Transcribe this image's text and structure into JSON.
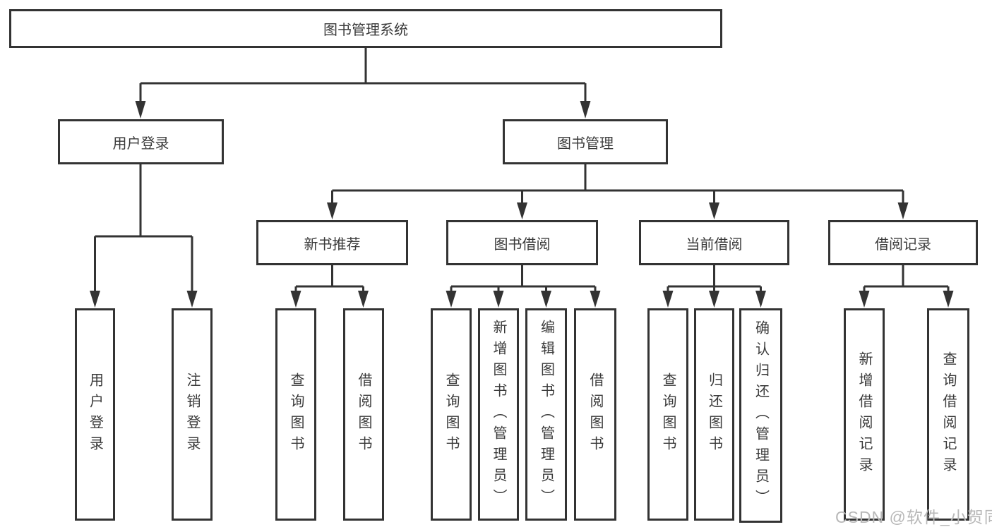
{
  "tree": {
    "root": {
      "label": "图书管理系统",
      "children": [
        {
          "label": "用户登录",
          "children": [
            {
              "label": "用户登录"
            },
            {
              "label": "注销登录"
            }
          ]
        },
        {
          "label": "图书管理",
          "children": [
            {
              "label": "新书推荐",
              "children": [
                {
                  "label": "查询图书"
                },
                {
                  "label": "借阅图书"
                }
              ]
            },
            {
              "label": "图书借阅",
              "children": [
                {
                  "label": "查询图书"
                },
                {
                  "label": "新增图书（管理员）"
                },
                {
                  "label": "编辑图书（管理员）"
                },
                {
                  "label": "借阅图书"
                }
              ]
            },
            {
              "label": "当前借阅",
              "children": [
                {
                  "label": "查询图书"
                },
                {
                  "label": "归还图书"
                },
                {
                  "label": "确认归还（管理员）"
                }
              ]
            },
            {
              "label": "借阅记录",
              "children": [
                {
                  "label": "新增借阅记录"
                },
                {
                  "label": "查询借阅记录"
                }
              ]
            }
          ]
        }
      ]
    }
  },
  "watermark": {
    "text": "CSDN @软件_小贺同学",
    "color": "#b8b8b8"
  },
  "colors": {
    "background": "#ffffff",
    "line": "#333333",
    "box_border": "#333333",
    "text": "#3a3a3a"
  }
}
